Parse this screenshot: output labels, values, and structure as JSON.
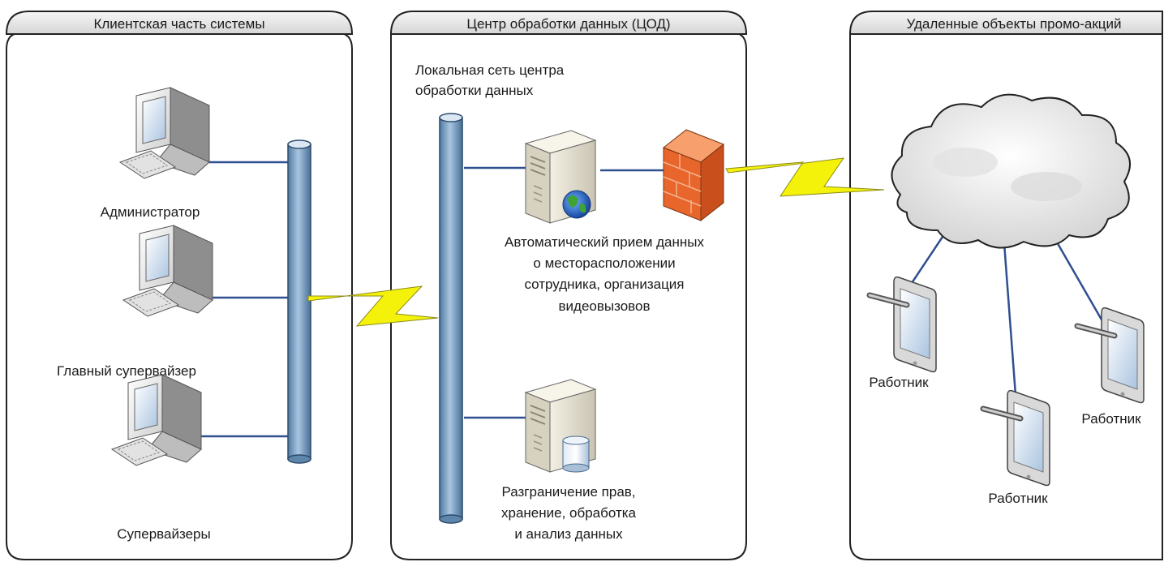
{
  "panels": [
    {
      "title": "Клиентская часть системы"
    },
    {
      "title": "Центр обработки данных (ЦОД)"
    },
    {
      "title": "Удаленные объекты промо-акций"
    }
  ],
  "client": {
    "admin_label": "Администратор",
    "chief_label": "Главный супервайзер",
    "supervisors_label": "Супервайзеры"
  },
  "dc": {
    "lan_label_1": "Локальная сеть центра",
    "lan_label_2": "обработки данных",
    "server1_lines": [
      "Автоматический прием данных",
      "о месторасположении",
      "сотрудника, организация",
      "видеовызовов"
    ],
    "server2_lines": [
      "Разграничение прав,",
      "хранение, обработка",
      "и анализ данных"
    ]
  },
  "remote": {
    "workers": [
      "Работник",
      "Работник",
      "Работник"
    ]
  },
  "colors": {
    "pipe": "#7fa4c4",
    "link_line": "#2f4f8f",
    "lightning": "#f4f20a",
    "firewall": "#e8662c",
    "panel_border": "#222222",
    "header_fill": "#e6e6e6"
  }
}
